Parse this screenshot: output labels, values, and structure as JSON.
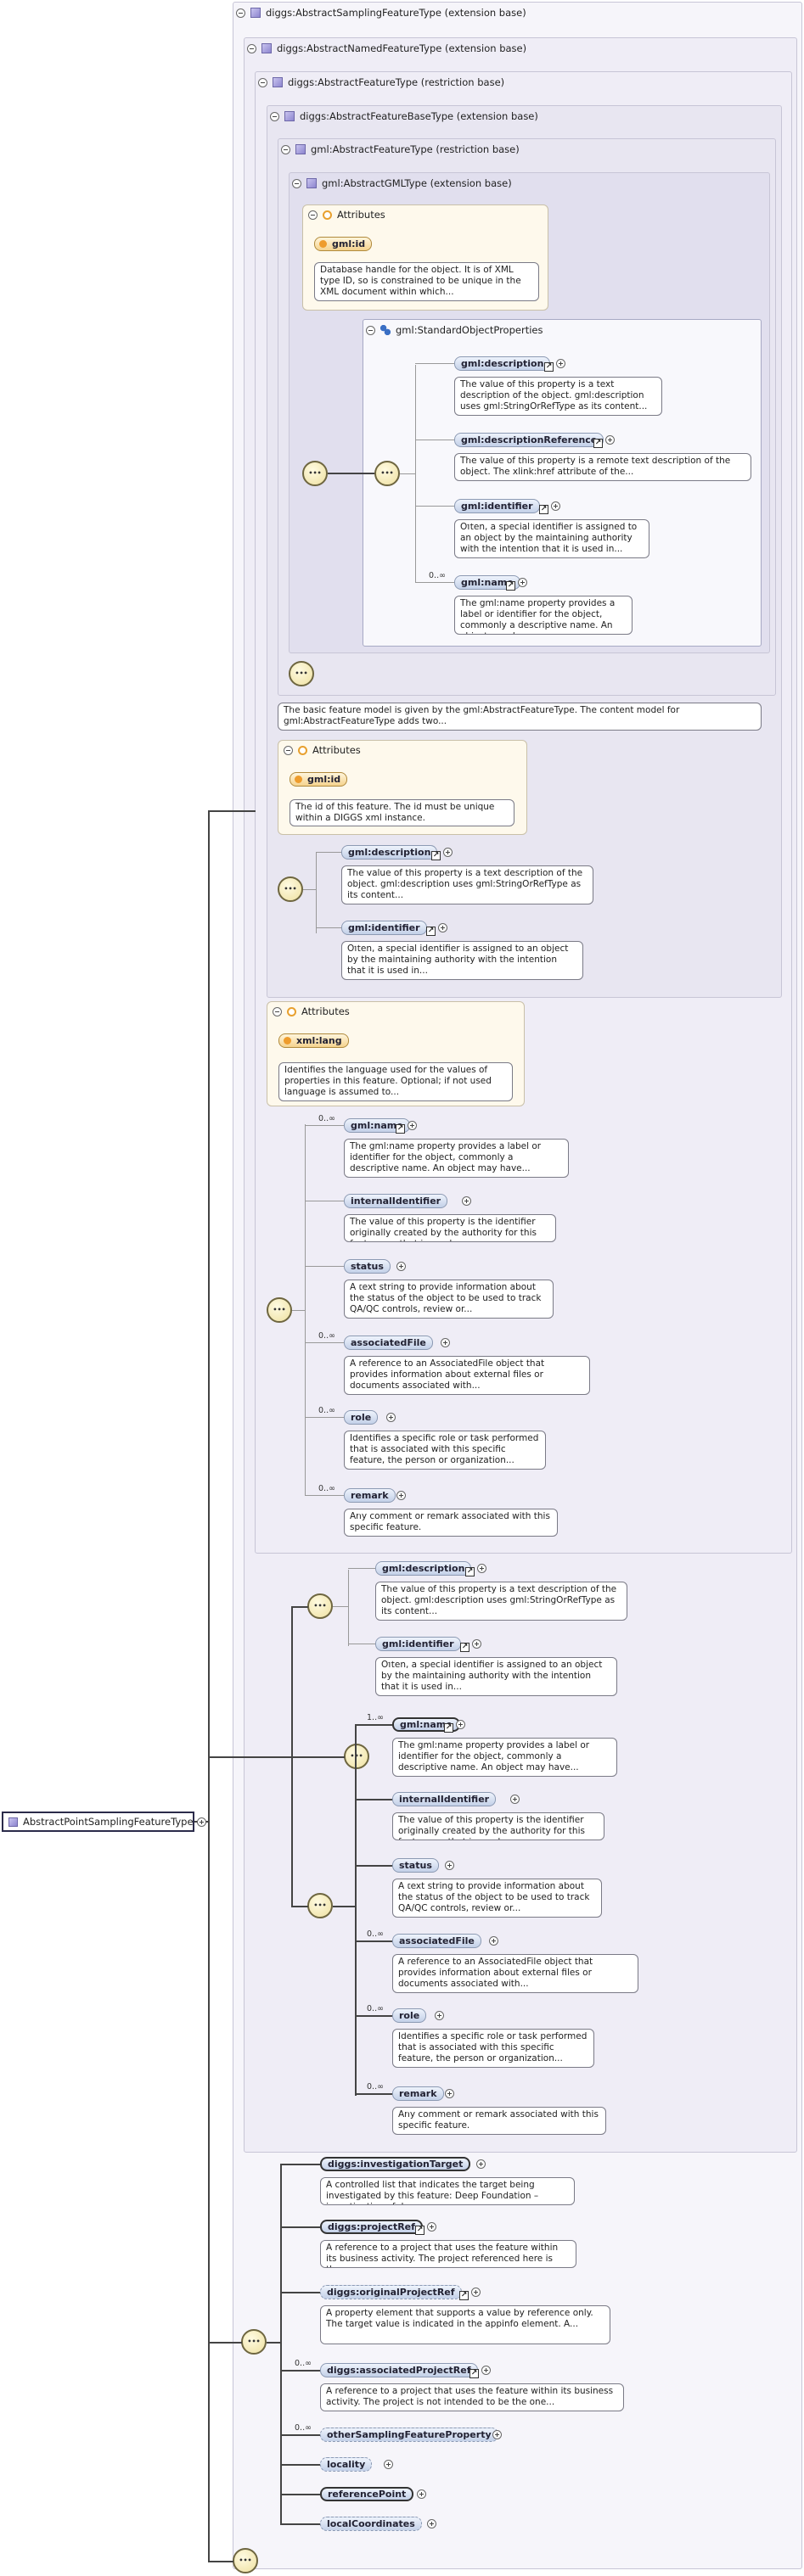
{
  "root": "AbstractPointSamplingFeatureType",
  "ext_boxes": {
    "b1": "diggs:AbstractSamplingFeatureType (extension base)",
    "b2": "diggs:AbstractNamedFeatureType (extension base)",
    "b3": "diggs:AbstractFeatureType (restriction base)",
    "b4": "diggs:AbstractFeatureBaseType (extension base)",
    "b5": "gml:AbstractFeatureType (restriction base)",
    "b6": "gml:AbstractGMLType (extension base)"
  },
  "attributes_label": "Attributes",
  "group_label": "gml:StandardObjectProperties",
  "sequence_symbol": "•••",
  "cards": {
    "many": "0..∞",
    "one_many": "1..∞"
  },
  "gml_id_1": {
    "name": "gml:id",
    "desc": "Database handle for the object. It is of XML type ID, so is constrained to be unique in the XML document within which..."
  },
  "sop": [
    {
      "name": "gml:description",
      "desc": "The value of this property is a text description of the object. gml:description uses gml:StringOrRefType as its content..."
    },
    {
      "name": "gml:descriptionReference",
      "desc": "The value of this property is a remote text description of the object. The xlink:href attribute of the..."
    },
    {
      "name": "gml:identifier",
      "desc": "Often, a special identifier is assigned to an object by the maintaining authority with the intention that it is used in..."
    },
    {
      "name": "gml:name",
      "desc": "The gml:name property provides a label or identifier for the object, commonly a descriptive name. An object may have..."
    }
  ],
  "feature_model_note": "The basic feature model is given by the gml:AbstractFeatureType. The content model for gml:AbstractFeatureType adds two...",
  "gml_id_2": {
    "name": "gml:id",
    "desc": "The id of this feature. The id must be unique within a DIGGS xml instance."
  },
  "base_elems": [
    {
      "name": "gml:description",
      "desc": "The value of this property is a text description of the object. gml:description uses gml:StringOrRefType as its content..."
    },
    {
      "name": "gml:identifier",
      "desc": "Often, a special identifier is assigned to an object by the maintaining authority with the intention that it is used in..."
    }
  ],
  "xml_lang": {
    "name": "xml:lang",
    "desc": "Identifies the language used for the values of properties in this feature. Optional; if not used language is assumed to..."
  },
  "feature_elems": [
    {
      "name": "gml:name",
      "desc": "The gml:name property provides a label or identifier for the object, commonly a descriptive name. An object may have..."
    },
    {
      "name": "internalIdentifier",
      "desc": "The value of this property is the identifier originally created by the authority for this feature, or that is used as..."
    },
    {
      "name": "status",
      "desc": "A text string to provide information about the status of the object to be used to track QA/QC controls, review or..."
    },
    {
      "name": "associatedFile",
      "desc": "A reference to an AssociatedFile object that provides information about external files or documents associated with..."
    },
    {
      "name": "role",
      "desc": "Identifies a specific role or task performed that is associated with this specific feature, the person or organization..."
    },
    {
      "name": "remark",
      "desc": "Any comment or remark associated with this specific feature."
    }
  ],
  "named_elems_a": [
    {
      "name": "gml:description",
      "desc": "The value of this property is a text description of the object. gml:description uses gml:StringOrRefType as its content..."
    },
    {
      "name": "gml:identifier",
      "desc": "Often, a special identifier is assigned to an object by the maintaining authority with the intention that it is used in..."
    }
  ],
  "named_elems_b": [
    {
      "name": "gml:name",
      "desc": "The gml:name property provides a label or identifier for the object, commonly a descriptive name. An object may have..."
    },
    {
      "name": "internalIdentifier",
      "desc": "The value of this property is the identifier originally created by the authority for this feature, or that is used as..."
    },
    {
      "name": "status",
      "desc": "A text string to provide information about the status of the object to be used to track QA/QC controls, review or..."
    },
    {
      "name": "associatedFile",
      "desc": "A reference to an AssociatedFile object that provides information about external files or documents associated with..."
    },
    {
      "name": "role",
      "desc": "Identifies a specific role or task performed that is associated with this specific feature, the person or organization..."
    },
    {
      "name": "remark",
      "desc": "Any comment or remark associated with this specific feature."
    }
  ],
  "sampling_elems": [
    {
      "name": "diggs:investigationTarget",
      "desc": "A controlled list that indicates the target being investigated by this feature: Deep Foundation – investigation of deep..."
    },
    {
      "name": "diggs:projectRef",
      "desc": "A reference to a project that uses the feature within its business activity. The project referenced here is the..."
    },
    {
      "name": "diggs:originalProjectRef",
      "desc": "A property element that supports a value by reference only. The target value is indicated in the appinfo element. A..."
    },
    {
      "name": "diggs:associatedProjectRef",
      "desc": "A reference to a project that uses the feature within its business activity. The project is not intended to be the one..."
    },
    {
      "name": "otherSamplingFeatureProperty",
      "desc": ""
    },
    {
      "name": "locality",
      "desc": ""
    },
    {
      "name": "referencePoint",
      "desc": ""
    },
    {
      "name": "localCoordinates",
      "desc": ""
    }
  ]
}
